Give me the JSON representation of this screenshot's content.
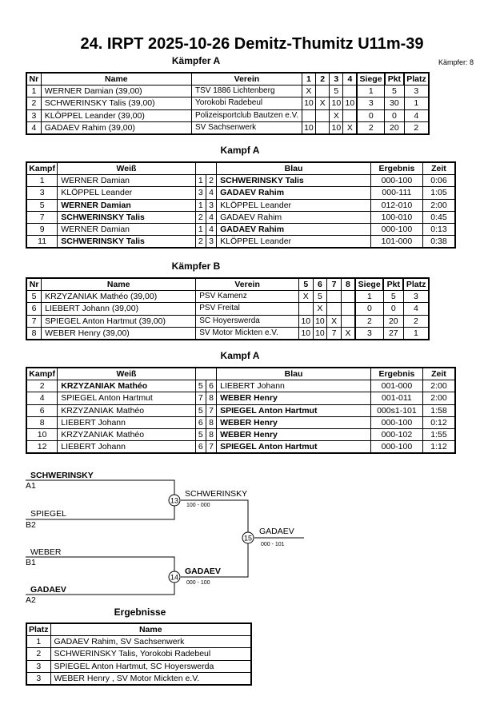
{
  "header": {
    "title": "24. IRPT  2025-10-26  Demitz-Thumitz   U11m-39",
    "fighters_count": "Kämpfer: 8"
  },
  "pool_a": {
    "heading": "Kämpfer A",
    "columns": [
      "Nr",
      "Name",
      "Verein",
      "1",
      "2",
      "3",
      "4",
      "Siege",
      "Pkt",
      "Platz"
    ],
    "rows": [
      [
        "1",
        "WERNER Damian  (39,00)",
        "TSV 1886 Lichtenberg",
        "X",
        "",
        "5",
        "",
        "1",
        "5",
        "3"
      ],
      [
        "2",
        "SCHWERINSKY Talis  (39,00)",
        "Yorokobi Radebeul",
        "10",
        "X",
        "10",
        "10",
        "3",
        "30",
        "1"
      ],
      [
        "3",
        "KLÖPPEL Leander  (39,00)",
        "Polizeisportclub Bautzen e.V.",
        "",
        "",
        "X",
        "",
        "0",
        "0",
        "4"
      ],
      [
        "4",
        "GADAEV Rahim  (39,00)",
        "SV Sachsenwerk",
        "10",
        "",
        "10",
        "X",
        "2",
        "20",
        "2"
      ]
    ]
  },
  "fights_a": {
    "heading": "Kampf A",
    "columns": [
      "Kampf",
      "Weiß",
      "Blau",
      "Ergebnis",
      "Zeit"
    ],
    "rows": [
      {
        "k": "1",
        "w": "WERNER Damian",
        "wn": "1",
        "bn": "2",
        "b": "SCHWERINSKY Talis",
        "wb": false,
        "bb": true,
        "res": "000-100",
        "t": "0:06"
      },
      {
        "k": "3",
        "w": "KLÖPPEL Leander",
        "wn": "3",
        "bn": "4",
        "b": "GADAEV Rahim",
        "wb": false,
        "bb": true,
        "res": "000-111",
        "t": "1:05"
      },
      {
        "k": "5",
        "w": "WERNER Damian",
        "wn": "1",
        "bn": "3",
        "b": "KLÖPPEL Leander",
        "wb": true,
        "bb": false,
        "res": "012-010",
        "t": "2:00"
      },
      {
        "k": "7",
        "w": "SCHWERINSKY Talis",
        "wn": "2",
        "bn": "4",
        "b": "GADAEV Rahim",
        "wb": true,
        "bb": false,
        "res": "100-010",
        "t": "0:45"
      },
      {
        "k": "9",
        "w": "WERNER Damian",
        "wn": "1",
        "bn": "4",
        "b": "GADAEV Rahim",
        "wb": false,
        "bb": true,
        "res": "000-100",
        "t": "0:13"
      },
      {
        "k": "11",
        "w": "SCHWERINSKY Talis",
        "wn": "2",
        "bn": "3",
        "b": "KLÖPPEL Leander",
        "wb": true,
        "bb": false,
        "res": "101-000",
        "t": "0:38"
      }
    ]
  },
  "pool_b": {
    "heading": "Kämpfer B",
    "columns": [
      "Nr",
      "Name",
      "Verein",
      "5",
      "6",
      "7",
      "8",
      "Siege",
      "Pkt",
      "Platz"
    ],
    "rows": [
      [
        "5",
        "KRZYZANIAK Mathéo  (39,00)",
        "PSV Kamenz",
        "X",
        "5",
        "",
        "",
        "1",
        "5",
        "3"
      ],
      [
        "6",
        "LIEBERT Johann  (39,00)",
        "PSV Freital",
        "",
        "X",
        "",
        "",
        "0",
        "0",
        "4"
      ],
      [
        "7",
        "SPIEGEL Anton Hartmut  (39,00)",
        "SC Hoyerswerda",
        "10",
        "10",
        "X",
        "",
        "2",
        "20",
        "2"
      ],
      [
        "8",
        "WEBER  Henry  (39,00)",
        "SV Motor Mickten e.V.",
        "10",
        "10",
        "7",
        "X",
        "3",
        "27",
        "1"
      ]
    ]
  },
  "fights_b": {
    "heading": "Kampf A",
    "columns": [
      "Kampf",
      "Weiß",
      "Blau",
      "Ergebnis",
      "Zeit"
    ],
    "rows": [
      {
        "k": "2",
        "w": "KRZYZANIAK Mathéo",
        "wn": "5",
        "bn": "6",
        "b": "LIEBERT Johann",
        "wb": true,
        "bb": false,
        "res": "001-000",
        "t": "2:00"
      },
      {
        "k": "4",
        "w": "SPIEGEL Anton Hartmut",
        "wn": "7",
        "bn": "8",
        "b": "WEBER  Henry",
        "wb": false,
        "bb": true,
        "res": "001-011",
        "t": "2:00"
      },
      {
        "k": "6",
        "w": "KRZYZANIAK Mathéo",
        "wn": "5",
        "bn": "7",
        "b": "SPIEGEL Anton Hartmut",
        "wb": false,
        "bb": true,
        "res": "000s1-101",
        "t": "1:58"
      },
      {
        "k": "8",
        "w": "LIEBERT Johann",
        "wn": "6",
        "bn": "8",
        "b": "WEBER  Henry",
        "wb": false,
        "bb": true,
        "res": "000-100",
        "t": "0:12"
      },
      {
        "k": "10",
        "w": "KRZYZANIAK Mathéo",
        "wn": "5",
        "bn": "8",
        "b": "WEBER  Henry",
        "wb": false,
        "bb": true,
        "res": "000-102",
        "t": "1:55"
      },
      {
        "k": "12",
        "w": "LIEBERT Johann",
        "wn": "6",
        "bn": "7",
        "b": "SPIEGEL Anton Hartmut",
        "wb": false,
        "bb": true,
        "res": "000-100",
        "t": "1:12"
      }
    ]
  },
  "bracket": {
    "semi1_top": "SCHWERINSKY",
    "semi1_top_seed": "A1",
    "semi1_bottom": "SPIEGEL",
    "semi1_bottom_seed": "B2",
    "semi1_no": "13",
    "semi1_winner": "SCHWERINSKY",
    "semi1_score": "100 - 000",
    "semi2_top": "WEBER",
    "semi2_top_seed": "B1",
    "semi2_bottom": "GADAEV",
    "semi2_bottom_seed": "A2",
    "semi2_no": "14",
    "semi2_winner": "GADAEV",
    "semi2_score": "000 - 100",
    "final_no": "15",
    "final_winner": "GADAEV",
    "final_score": "000 - 101"
  },
  "results": {
    "heading": "Ergebnisse",
    "columns": [
      "Platz",
      "Name"
    ],
    "rows": [
      [
        "1",
        "GADAEV Rahim, SV Sachsenwerk"
      ],
      [
        "2",
        "SCHWERINSKY Talis, Yorokobi Radebeul"
      ],
      [
        "3",
        "SPIEGEL Anton Hartmut, SC Hoyerswerda"
      ],
      [
        "3",
        "WEBER  Henry , SV Motor Mickten e.V."
      ]
    ]
  }
}
